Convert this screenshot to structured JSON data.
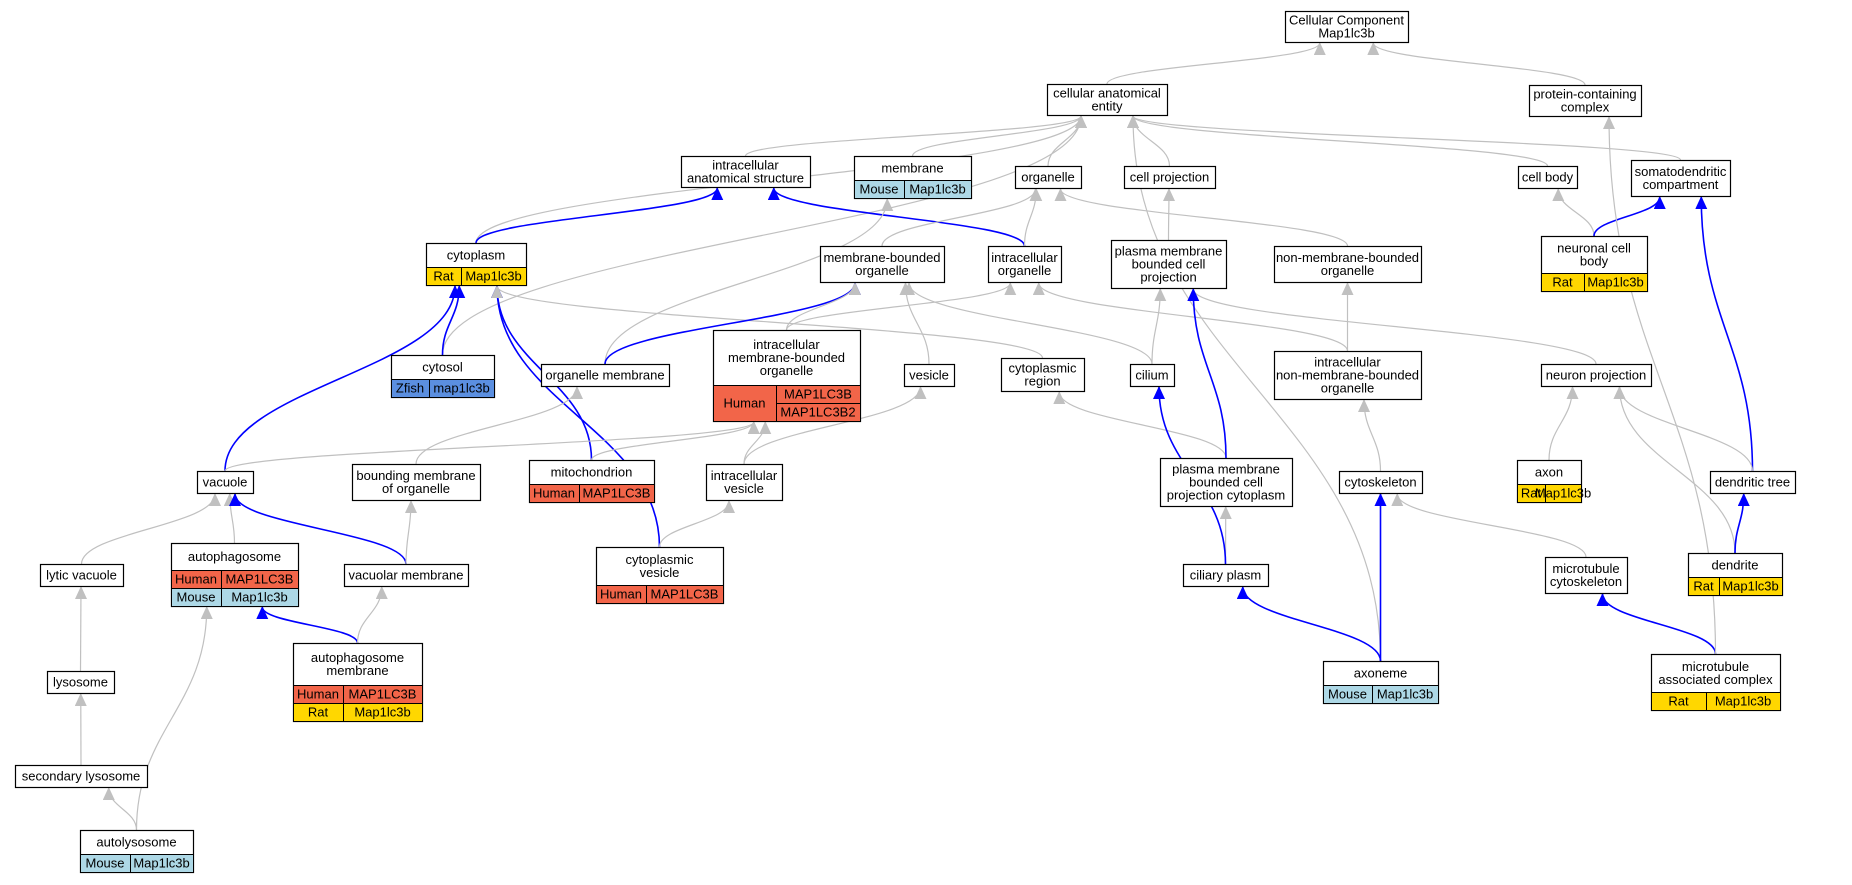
{
  "colors": {
    "Human": "#f26549",
    "Mouse": "#add8e6",
    "Rat": "#ffd700",
    "Zfish": "#5b8fe0",
    "edge_isa": "#c0c0c0",
    "edge_partof": "#0000ff"
  },
  "nodes": {
    "root": {
      "lines": [
        "Cellular Component",
        "Map1lc3b"
      ]
    },
    "cae": {
      "lines": [
        "cellular anatomical",
        "entity"
      ]
    },
    "pcc": {
      "lines": [
        "protein-containing",
        "complex"
      ]
    },
    "ias": {
      "lines": [
        "intracellular",
        "anatomical structure"
      ]
    },
    "membrane": {
      "lines": [
        "membrane"
      ],
      "annot": [
        [
          "Mouse",
          "Map1lc3b"
        ]
      ]
    },
    "organelle": {
      "lines": [
        "organelle"
      ]
    },
    "cellproj": {
      "lines": [
        "cell projection"
      ]
    },
    "cellbody": {
      "lines": [
        "cell body"
      ]
    },
    "somato": {
      "lines": [
        "somatodendritic",
        "compartment"
      ]
    },
    "cytoplasm": {
      "lines": [
        "cytoplasm"
      ],
      "annot": [
        [
          "Rat",
          "Map1lc3b"
        ]
      ]
    },
    "mbo": {
      "lines": [
        "membrane-bounded",
        "organelle"
      ]
    },
    "io": {
      "lines": [
        "intracellular",
        "organelle"
      ]
    },
    "pmbcp": {
      "lines": [
        "plasma membrane",
        "bounded cell",
        "projection"
      ]
    },
    "nmbo": {
      "lines": [
        "non-membrane-bounded",
        "organelle"
      ]
    },
    "ncb": {
      "lines": [
        "neuronal cell",
        "body"
      ],
      "annot": [
        [
          "Rat",
          "Map1lc3b"
        ]
      ]
    },
    "cytosol": {
      "lines": [
        "cytosol"
      ],
      "annot": [
        [
          "Zfish",
          "map1lc3b"
        ]
      ]
    },
    "om": {
      "lines": [
        "organelle membrane"
      ]
    },
    "imbo": {
      "lines": [
        "intracellular",
        "membrane-bounded",
        "organelle"
      ],
      "annot": [
        [
          "Human",
          "MAP1LC3B",
          "MAP1LC3B2"
        ]
      ]
    },
    "vesicle": {
      "lines": [
        "vesicle"
      ]
    },
    "cregion": {
      "lines": [
        "cytoplasmic",
        "region"
      ]
    },
    "cilium": {
      "lines": [
        "cilium"
      ]
    },
    "inmbo": {
      "lines": [
        "intracellular",
        "non-membrane-bounded",
        "organelle"
      ]
    },
    "nproj": {
      "lines": [
        "neuron projection"
      ]
    },
    "vacuole": {
      "lines": [
        "vacuole"
      ]
    },
    "bmo": {
      "lines": [
        "bounding membrane",
        "of organelle"
      ]
    },
    "mito": {
      "lines": [
        "mitochondrion"
      ],
      "annot": [
        [
          "Human",
          "MAP1LC3B"
        ]
      ]
    },
    "iv": {
      "lines": [
        "intracellular",
        "vesicle"
      ]
    },
    "pmbcpc": {
      "lines": [
        "plasma membrane",
        "bounded cell",
        "projection cytoplasm"
      ]
    },
    "cytoskel": {
      "lines": [
        "cytoskeleton"
      ]
    },
    "axon": {
      "lines": [
        "axon"
      ],
      "annot": [
        [
          "Rat",
          "Map1lc3b"
        ]
      ]
    },
    "dtree": {
      "lines": [
        "dendritic tree"
      ]
    },
    "autophago": {
      "lines": [
        "autophagosome"
      ],
      "annot": [
        [
          "Human",
          "MAP1LC3B"
        ],
        [
          "Mouse",
          "Map1lc3b"
        ]
      ]
    },
    "lvac": {
      "lines": [
        "lytic vacuole"
      ]
    },
    "vacmem": {
      "lines": [
        "vacuolar membrane"
      ]
    },
    "cves": {
      "lines": [
        "cytoplasmic",
        "vesicle"
      ],
      "annot": [
        [
          "Human",
          "MAP1LC3B"
        ]
      ]
    },
    "cplasm": {
      "lines": [
        "ciliary plasm"
      ]
    },
    "mtcyto": {
      "lines": [
        "microtubule",
        "cytoskeleton"
      ]
    },
    "dendrite": {
      "lines": [
        "dendrite"
      ],
      "annot": [
        [
          "Rat",
          "Map1lc3b"
        ]
      ]
    },
    "apmem": {
      "lines": [
        "autophagosome",
        "membrane"
      ],
      "annot": [
        [
          "Human",
          "MAP1LC3B"
        ],
        [
          "Rat",
          "Map1lc3b"
        ]
      ]
    },
    "axoneme": {
      "lines": [
        "axoneme"
      ],
      "annot": [
        [
          "Mouse",
          "Map1lc3b"
        ]
      ]
    },
    "mtac": {
      "lines": [
        "microtubule",
        "associated complex"
      ],
      "annot": [
        [
          "Rat",
          "Map1lc3b"
        ]
      ]
    },
    "lysosome": {
      "lines": [
        "lysosome"
      ]
    },
    "seclys": {
      "lines": [
        "secondary lysosome"
      ]
    },
    "autolys": {
      "lines": [
        "autolysosome"
      ],
      "annot": [
        [
          "Mouse",
          "Map1lc3b"
        ]
      ]
    }
  },
  "edges": [
    [
      "cae",
      "root",
      "isa"
    ],
    [
      "pcc",
      "root",
      "isa"
    ],
    [
      "ias",
      "cae",
      "isa"
    ],
    [
      "membrane",
      "cae",
      "isa"
    ],
    [
      "organelle",
      "cae",
      "isa"
    ],
    [
      "cellproj",
      "cae",
      "isa"
    ],
    [
      "cellbody",
      "cae",
      "isa"
    ],
    [
      "somato",
      "cae",
      "isa"
    ],
    [
      "cytoplasm",
      "cae",
      "isa"
    ],
    [
      "cytosol",
      "cae",
      "isa"
    ],
    [
      "axoneme",
      "cae",
      "isa"
    ],
    [
      "cytoplasm",
      "ias",
      "part"
    ],
    [
      "io",
      "ias",
      "part"
    ],
    [
      "mbo",
      "organelle",
      "isa"
    ],
    [
      "io",
      "organelle",
      "isa"
    ],
    [
      "nmbo",
      "organelle",
      "isa"
    ],
    [
      "pmbcp",
      "cellproj",
      "isa"
    ],
    [
      "ncb",
      "cellbody",
      "isa"
    ],
    [
      "ncb",
      "somato",
      "part"
    ],
    [
      "cytosol",
      "cytoplasm",
      "part"
    ],
    [
      "vacuole",
      "cytoplasm",
      "part"
    ],
    [
      "mito",
      "cytoplasm",
      "part"
    ],
    [
      "cves",
      "cytoplasm",
      "part"
    ],
    [
      "cregion",
      "cytoplasm",
      "isa"
    ],
    [
      "om",
      "membrane",
      "isa"
    ],
    [
      "om",
      "mbo",
      "part"
    ],
    [
      "imbo",
      "mbo",
      "isa"
    ],
    [
      "imbo",
      "io",
      "isa"
    ],
    [
      "vesicle",
      "mbo",
      "isa"
    ],
    [
      "cilium",
      "mbo",
      "isa"
    ],
    [
      "cilium",
      "pmbcp",
      "isa"
    ],
    [
      "inmbo",
      "nmbo",
      "isa"
    ],
    [
      "inmbo",
      "io",
      "isa"
    ],
    [
      "nproj",
      "pmbcp",
      "isa"
    ],
    [
      "dtree",
      "somato",
      "part"
    ],
    [
      "vacuole",
      "imbo",
      "isa"
    ],
    [
      "mito",
      "imbo",
      "isa"
    ],
    [
      "iv",
      "imbo",
      "isa"
    ],
    [
      "iv",
      "vesicle",
      "isa"
    ],
    [
      "pmbcpc",
      "cregion",
      "isa"
    ],
    [
      "pmbcpc",
      "pmbcp",
      "part"
    ],
    [
      "cytoskel",
      "inmbo",
      "isa"
    ],
    [
      "axon",
      "nproj",
      "isa"
    ],
    [
      "dtree",
      "nproj",
      "isa"
    ],
    [
      "dendrite",
      "nproj",
      "isa"
    ],
    [
      "dendrite",
      "dtree",
      "part"
    ],
    [
      "bmo",
      "om",
      "isa"
    ],
    [
      "autophago",
      "vacuole",
      "isa"
    ],
    [
      "lvac",
      "vacuole",
      "isa"
    ],
    [
      "vacmem",
      "vacuole",
      "part"
    ],
    [
      "vacmem",
      "bmo",
      "isa"
    ],
    [
      "cves",
      "iv",
      "isa"
    ],
    [
      "cplasm",
      "pmbcpc",
      "isa"
    ],
    [
      "cplasm",
      "cilium",
      "part"
    ],
    [
      "mtcyto",
      "cytoskel",
      "isa"
    ],
    [
      "apmem",
      "autophago",
      "part"
    ],
    [
      "apmem",
      "vacmem",
      "isa"
    ],
    [
      "axoneme",
      "cplasm",
      "part"
    ],
    [
      "axoneme",
      "cytoskel",
      "part"
    ],
    [
      "mtac",
      "mtcyto",
      "part"
    ],
    [
      "mtac",
      "pcc",
      "isa"
    ],
    [
      "lysosome",
      "lvac",
      "isa"
    ],
    [
      "seclys",
      "lysosome",
      "isa"
    ],
    [
      "autolys",
      "seclys",
      "isa"
    ],
    [
      "autolys",
      "autophago",
      "isa"
    ]
  ]
}
